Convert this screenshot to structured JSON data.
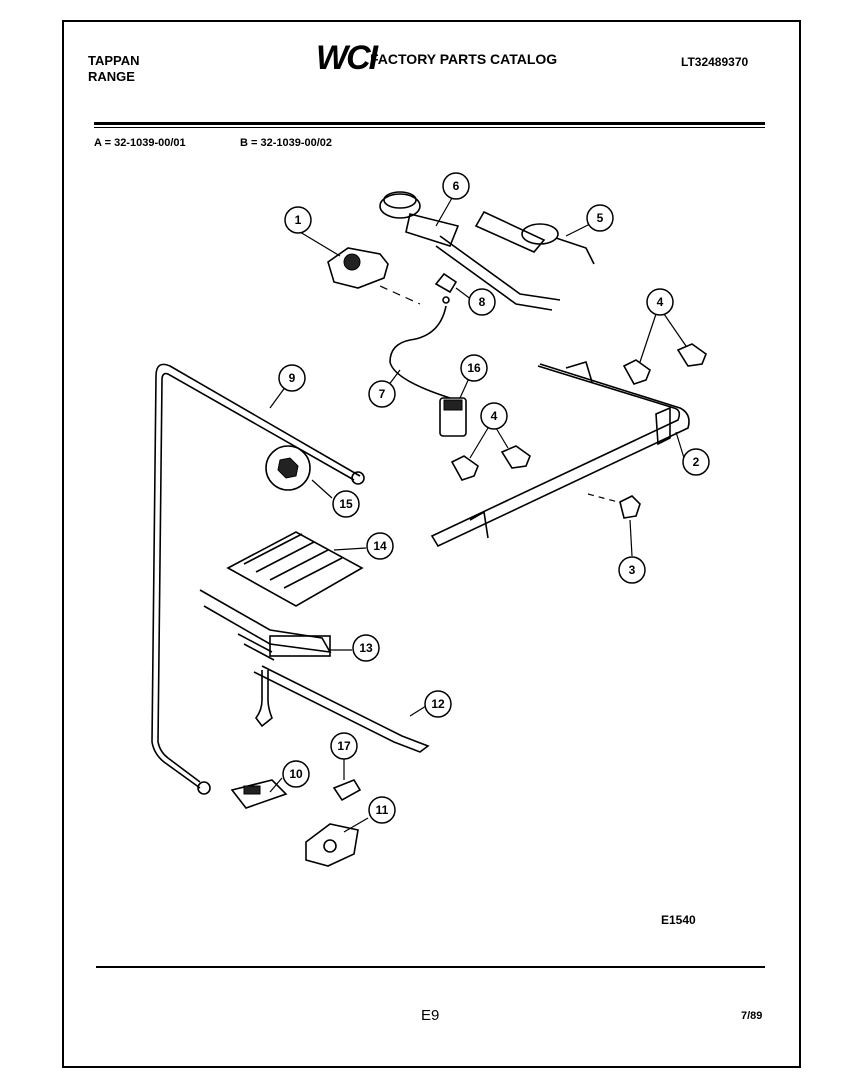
{
  "header": {
    "brand_line1": "TAPPAN",
    "brand_line2": "RANGE",
    "logo_text": "WCI",
    "catalog_title": "FACTORY PARTS CATALOG",
    "part_number": "LT32489370"
  },
  "models": {
    "a": "A = 32-1039-00/01",
    "b": "B = 32-1039-00/02"
  },
  "callouts": [
    "1",
    "2",
    "3",
    "4",
    "4",
    "5",
    "6",
    "7",
    "8",
    "9",
    "10",
    "11",
    "12",
    "13",
    "14",
    "15",
    "16",
    "17"
  ],
  "footer": {
    "diagram_code": "E1540",
    "page": "E9",
    "date": "7/89"
  }
}
